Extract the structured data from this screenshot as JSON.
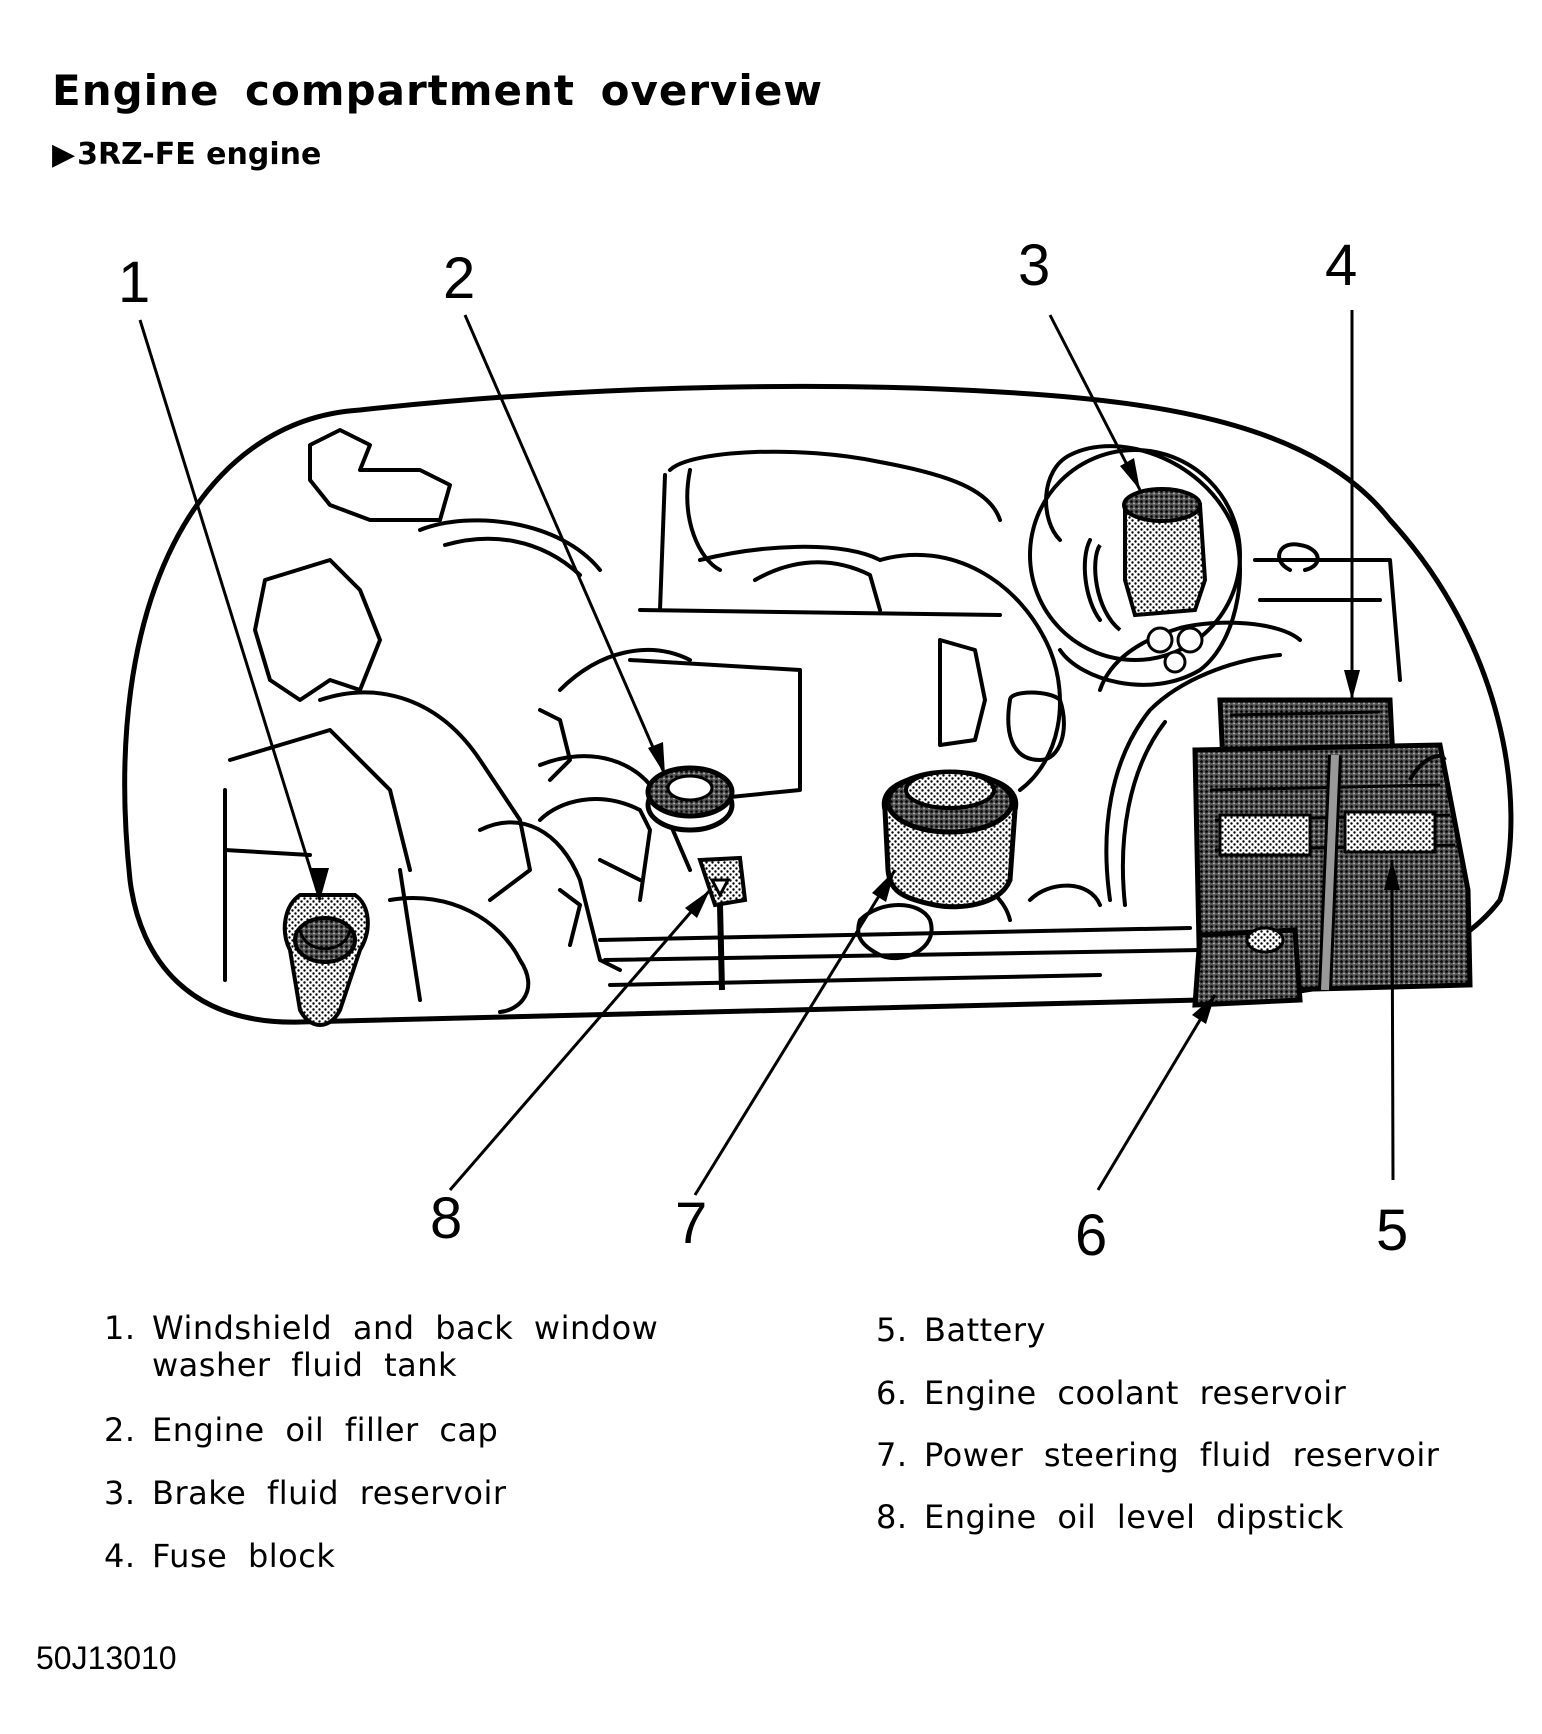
{
  "title": "Engine compartment overview",
  "subtitle": "3RZ-FE engine",
  "callouts": [
    "1",
    "2",
    "3",
    "4",
    "5",
    "6",
    "7",
    "8"
  ],
  "legend": {
    "left": [
      {
        "num": "1.",
        "line1": "Windshield and back window",
        "line2": "washer fluid tank"
      },
      {
        "num": "2.",
        "line1": "Engine oil filler cap"
      },
      {
        "num": "3.",
        "line1": "Brake fluid reservoir"
      },
      {
        "num": "4.",
        "line1": "Fuse block"
      }
    ],
    "right": [
      {
        "num": "5.",
        "line1": "Battery"
      },
      {
        "num": "6.",
        "line1": "Engine coolant reservoir"
      },
      {
        "num": "7.",
        "line1": "Power steering fluid reservoir"
      },
      {
        "num": "8.",
        "line1": "Engine oil level dipstick"
      }
    ]
  },
  "figure_code": "50J13010"
}
